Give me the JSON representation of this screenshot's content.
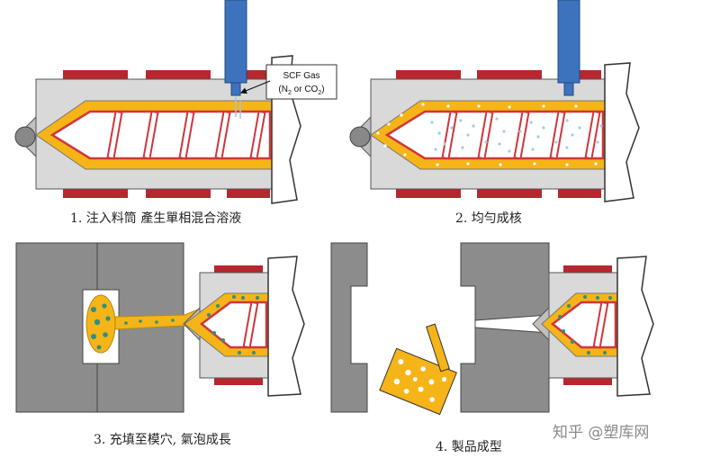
{
  "steps": [
    {
      "caption": "1. 注入料筒 產生單相混合溶液"
    },
    {
      "caption": "2. 均勻成核"
    },
    {
      "caption": "3. 充填至模穴, 氣泡成長"
    },
    {
      "caption": "4. 製品成型"
    }
  ],
  "gas_label": {
    "line1": "SCF Gas",
    "line2_prefix": "(N",
    "line2_mid": " or CO",
    "line2_suffix": ")",
    "sub": "2"
  },
  "watermark": "知乎 @塑库网",
  "colors": {
    "barrel": "#d9d9d9",
    "heater": "#b8262e",
    "melt": "#f5b418",
    "screw_edge": "#d0363c",
    "injector": "#3d73bc",
    "mold": "#8c8c8c",
    "bubble": "#2f8f80",
    "pore": "#ffffff"
  }
}
